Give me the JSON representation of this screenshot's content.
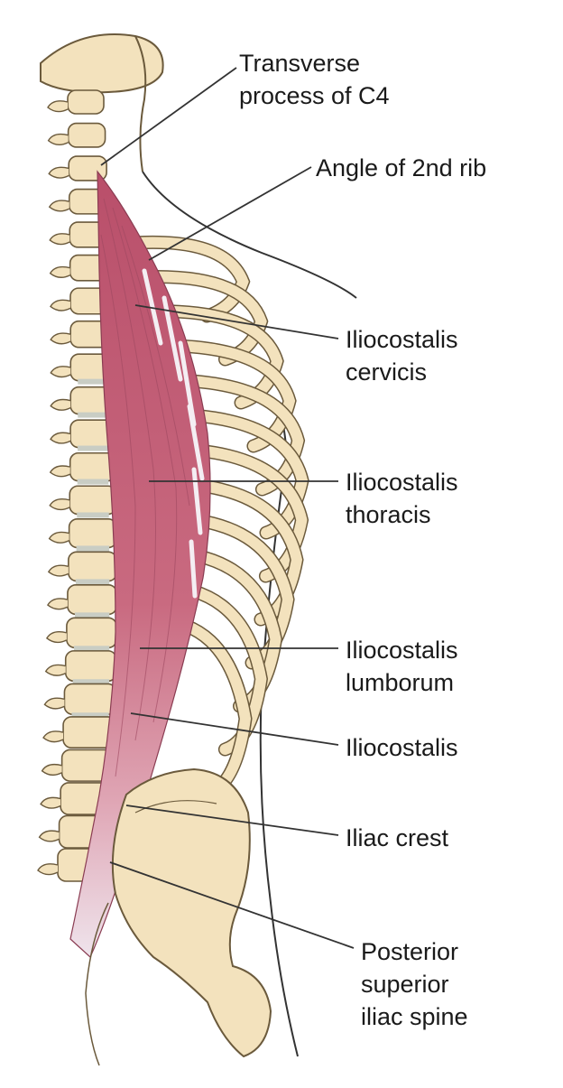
{
  "labels": {
    "transverse_c4": {
      "line1": "Transverse",
      "line2": "process of C4"
    },
    "angle_2nd_rib": {
      "line1": "Angle of 2nd rib"
    },
    "ilio_cervicis": {
      "line1": "Iliocostalis",
      "line2": "cervicis"
    },
    "ilio_thoracis": {
      "line1": "Iliocostalis",
      "line2": "thoracis"
    },
    "ilio_lumborum": {
      "line1": "Iliocostalis",
      "line2": "lumborum"
    },
    "iliocostalis": {
      "line1": "Iliocostalis"
    },
    "iliac_crest": {
      "line1": "Iliac crest"
    },
    "psis": {
      "line1": "Posterior",
      "line2": "superior",
      "line3": "iliac spine"
    }
  },
  "colors": {
    "bone_fill": "#f3e2bd",
    "bone_outline": "#6b5a3c",
    "muscle": "#c96a80",
    "muscle_light": "#e6b8c4",
    "tendon": "#ece6ee",
    "disc": "#c9cdc4",
    "leader_line": "#333333"
  }
}
